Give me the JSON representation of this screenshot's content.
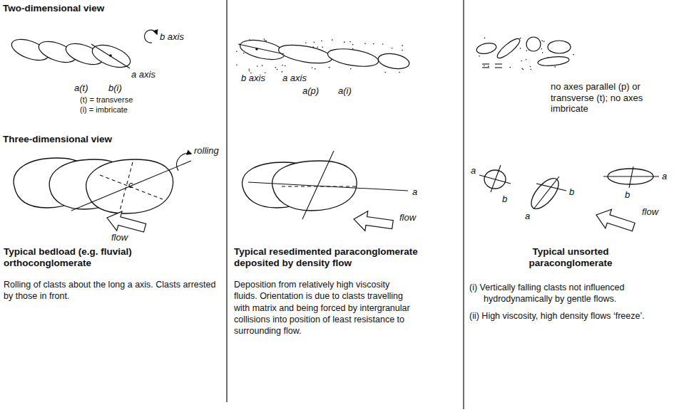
{
  "diagram": {
    "labels": [
      "Two-dimensional view",
      "b axis",
      "a axis",
      "a(t)",
      "b(i)",
      "(t) = transverse",
      "(i) = imbricate",
      "b axis",
      "a axis",
      "a(p)",
      "a(i)",
      "no axes parallel (p) or transverse (t); no axes imbricate",
      "Three-dimensional view",
      "rolling",
      "c",
      "flow",
      "a",
      "flow",
      "a",
      "b",
      "a",
      "b",
      "b",
      "a",
      "flow",
      "Typical bedload (e.g. fluvial) orthoconglomerate",
      "Rolling of clasts about the long a axis. Clasts arrested by those in front.",
      "Typical resedimented paraconglomerate deposited by density flow",
      "Deposition from relatively high viscosity fluids. Orientation is due to clasts travelling with matrix and being forced by intergranular collisions into position of least resistance to surrounding flow.",
      "Typical unsorted paraconglomerate",
      "(i) Vertically falling clasts not influenced hydrodynamically by gentle flows.",
      "(ii) High viscosity, high density flows ‘freeze’."
    ]
  }
}
